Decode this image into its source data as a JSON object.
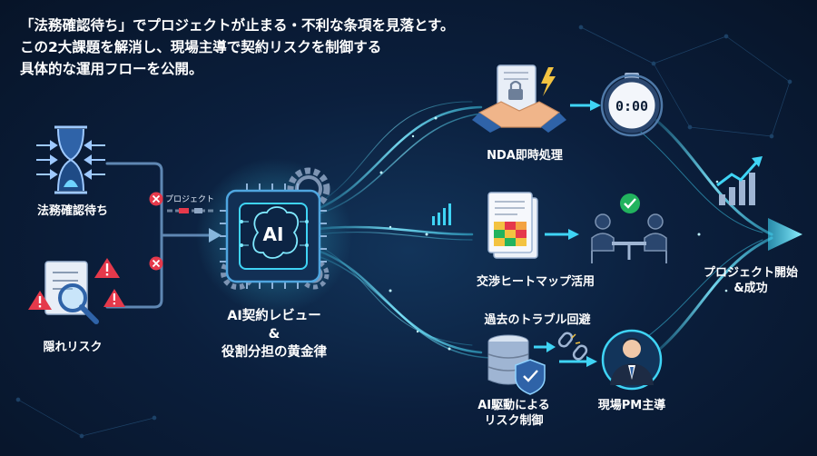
{
  "headline": {
    "line1": "「法務確認待ち」でプロジェクトが止まる・不利な条項を見落とす。",
    "line2": "この2大課題を解消し、現場主導で契約リスクを制御する",
    "line3": "具体的な運用フローを公開。"
  },
  "problems": {
    "legal_wait": "法務確認待ち",
    "hidden_risk": "隠れリスク",
    "project_tag": "プロジェクト"
  },
  "core": {
    "chip_text": "AI",
    "title_line1": "AI契約レビュー",
    "title_line2": "&",
    "title_line3": "役割分担の黄金律"
  },
  "flows": {
    "nda": "NDA即時処理",
    "heatmap": "交渉ヒートマップ活用",
    "trouble": "過去のトラブル回避",
    "ai_risk_line1": "AI駆動による",
    "ai_risk_line2": "リスク制御",
    "pm_lead": "現場PM主導"
  },
  "timer": {
    "display": "0:00"
  },
  "outcome": {
    "line1": "プロジェクト開始",
    "line2": "&成功"
  },
  "colors": {
    "background": "#0b1f3d",
    "accent_cyan": "#3fd4f5",
    "warning_red": "#e5394b",
    "success_green": "#22b35e",
    "lock_yellow": "#f3c341"
  },
  "icons": {
    "legal_wait": "hourglass-icon",
    "hidden_risk": "document-magnifier-icon",
    "core": "ai-chip-brain-icon",
    "nda": "handshake-document-icon",
    "timer": "stopwatch-icon",
    "heatmap": "heatmap-document-icon",
    "meeting": "meeting-check-icon",
    "database": "database-shield-icon",
    "pm": "businessman-avatar-icon",
    "growth": "bar-chart-growth-icon"
  }
}
